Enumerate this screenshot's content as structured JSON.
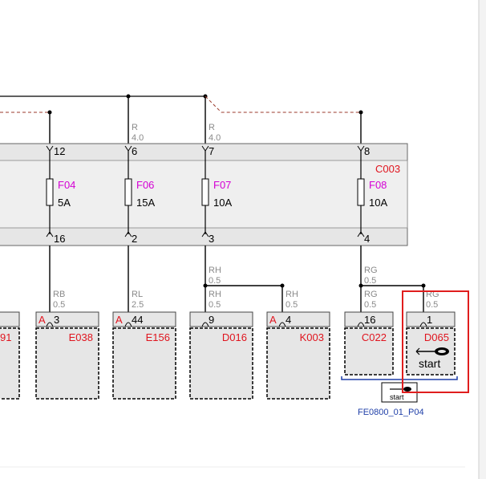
{
  "fuse_box": {
    "connector_id": "C003",
    "top_pins": [
      "12",
      "6",
      "7",
      "8"
    ],
    "bottom_pins": [
      "16",
      "2",
      "3",
      "4"
    ],
    "fuses": [
      {
        "id": "F04",
        "rating": "5A"
      },
      {
        "id": "F06",
        "rating": "15A"
      },
      {
        "id": "F07",
        "rating": "10A"
      },
      {
        "id": "F08",
        "rating": "10A"
      }
    ]
  },
  "wires_top": [
    {
      "color": "R",
      "size": "4.0"
    },
    {
      "color": "R",
      "size": "4.0"
    }
  ],
  "wires_bottom": [
    {
      "color": "RB",
      "size": "0.5"
    },
    {
      "color": "RL",
      "size": "2.5"
    },
    {
      "color": "RH",
      "size": "0.5"
    },
    {
      "color": "RH",
      "size": "0.5"
    },
    {
      "color": "RH",
      "size": "0.5"
    },
    {
      "color": "RG",
      "size": "0.5"
    },
    {
      "color": "RG",
      "size": "0.5"
    },
    {
      "color": "RG",
      "size": "0.5"
    }
  ],
  "connectors": [
    {
      "id": "91",
      "pin": ""
    },
    {
      "id": "E038",
      "pin": "3",
      "marker": "A"
    },
    {
      "id": "E156",
      "pin": "44",
      "marker": "A"
    },
    {
      "id": "D016",
      "pin": "9"
    },
    {
      "id": "K003",
      "pin": "4",
      "marker": "A"
    },
    {
      "id": "C022",
      "pin": "16"
    },
    {
      "id": "D065",
      "pin": "1",
      "label": "start"
    }
  ],
  "start_symbol_label": "start",
  "reference": "FE0800_01_P04",
  "colors": {
    "fuse_id": "#d400d4",
    "connector_id": "#e0141e",
    "reference": "#1f3fa8",
    "wire_label": "#8a8a8a",
    "highlight": "#e01e1e",
    "box_fill": "#e6e6e6",
    "ground_dash": "#9b3a2b"
  }
}
